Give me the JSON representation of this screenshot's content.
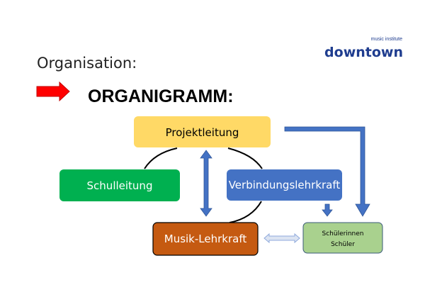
{
  "slide": {
    "heading": "Organisation:",
    "title": "ORGANIGRAMM:",
    "logo": {
      "small_text": "music institute",
      "main_text": "downtown",
      "color": "#1F3D8F"
    }
  },
  "diagram": {
    "nodes": {
      "projektleitung": {
        "label": "Projektleitung",
        "color": "#FFD966"
      },
      "schulleitung": {
        "label": "Schulleitung",
        "color": "#00B050"
      },
      "verbindungslehrkraft": {
        "label": "Verbindungslehrkraft",
        "color": "#4472C4"
      },
      "musik_lehrkraft": {
        "label": "Musik-Lehrkraft",
        "color": "#C55A11"
      },
      "schueler": {
        "label_line1": "Schülerinnen",
        "label_line2": "Schüler",
        "color": "#A9D18E"
      }
    },
    "arrow_color": "#4472C4",
    "pointer_arrow_color": "#FF0000"
  }
}
